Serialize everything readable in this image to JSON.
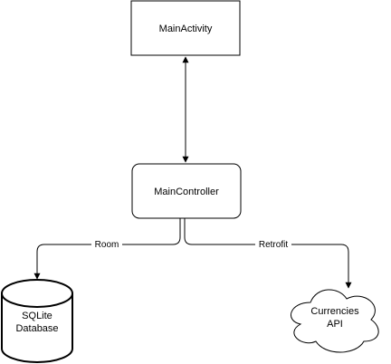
{
  "nodes": {
    "main_activity": {
      "label": "MainActivity"
    },
    "main_controller": {
      "label": "MainController"
    },
    "sqlite_db": {
      "label_line1": "SQLite",
      "label_line2": "Database"
    },
    "currencies_api": {
      "label_line1": "Currencies",
      "label_line2": "API"
    }
  },
  "edges": {
    "room": {
      "label": "Room"
    },
    "retrofit": {
      "label": "Retrofit"
    }
  },
  "colors": {
    "stroke": "#000000",
    "fill": "#ffffff",
    "text": "#000000"
  }
}
